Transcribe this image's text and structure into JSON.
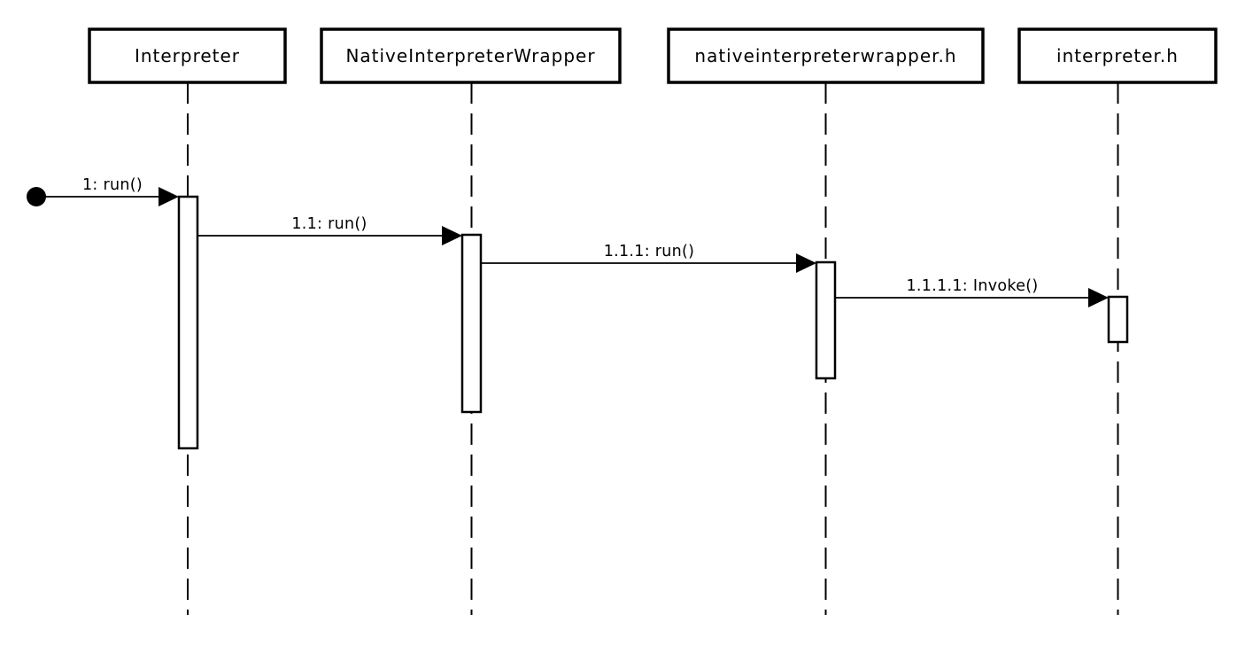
{
  "diagram": {
    "type": "uml-sequence-diagram",
    "colors": {
      "background": "#ffffff",
      "line": "#000000",
      "shape_fill": "#ffffff"
    },
    "actors": [
      {
        "name": "Interpreter"
      },
      {
        "name": "NativeInterpreterWrapper"
      },
      {
        "name": "nativeinterpreterwrapper.h"
      },
      {
        "name": "interpreter.h"
      }
    ],
    "start_node": {
      "shape": "filled-circle"
    },
    "messages": [
      {
        "label": "1: run()",
        "from": "start-node",
        "to": "Interpreter"
      },
      {
        "label": "1.1: run()",
        "from": "Interpreter",
        "to": "NativeInterpreterWrapper"
      },
      {
        "label": "1.1.1: run()",
        "from": "NativeInterpreterWrapper",
        "to": "nativeinterpreterwrapper.h"
      },
      {
        "label": "1.1.1.1: Invoke()",
        "from": "nativeinterpreterwrapper.h",
        "to": "interpreter.h"
      }
    ]
  }
}
